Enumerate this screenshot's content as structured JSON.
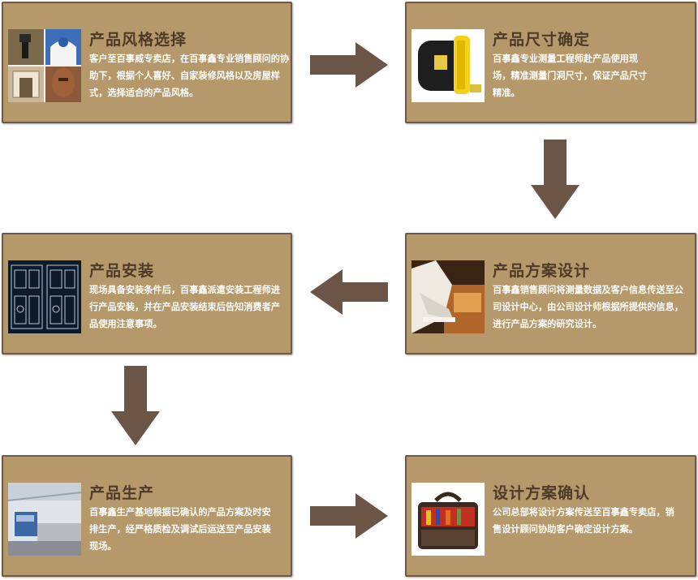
{
  "steps": [
    {
      "title": "产品风格选择",
      "desc": "客户至百事威专卖店，在百事鑫专业销售顾问的协助下，根据个人喜好、自家装修风格以及房屋样式，选择适合的产品风格。"
    },
    {
      "title": "产品尺寸确定",
      "desc": "百事鑫专业测量工程师赴产品使用现场，精准测量门洞尺寸，保证产品尺寸精准。"
    },
    {
      "title": "产品方案设计",
      "desc": "百事鑫销售顾问将测量数据及客户信息传送至公司设计中心，由公司设计师根据所提供的信息，进行产品方案的研究设计。"
    },
    {
      "title": "产品安装",
      "desc": "现场具备安装条件后，百事鑫派遣安装工程师进行产品安装，并在产品安装结束后告知消费者产品使用注意事项。"
    },
    {
      "title": "产品生产",
      "desc": "百事鑫生产基地根据已确认的产品方案及时安排生产，经严格质检及调试后运送至产品安装现场。"
    },
    {
      "title": "设计方案确认",
      "desc": "公司总部将设计方案传送至百事鑫专卖店，销售设计顾问协助客户确定设计方案。"
    }
  ],
  "colors": {
    "card": "#b5996a",
    "border": "#6f5b45",
    "arrow": "#6b5546",
    "title": "#4e3a29"
  },
  "icons": [
    "style-collage-icon",
    "tape-measure-icon",
    "design-drawing-icon",
    "door-blueprint-icon",
    "factory-icon",
    "toolbox-icon"
  ]
}
